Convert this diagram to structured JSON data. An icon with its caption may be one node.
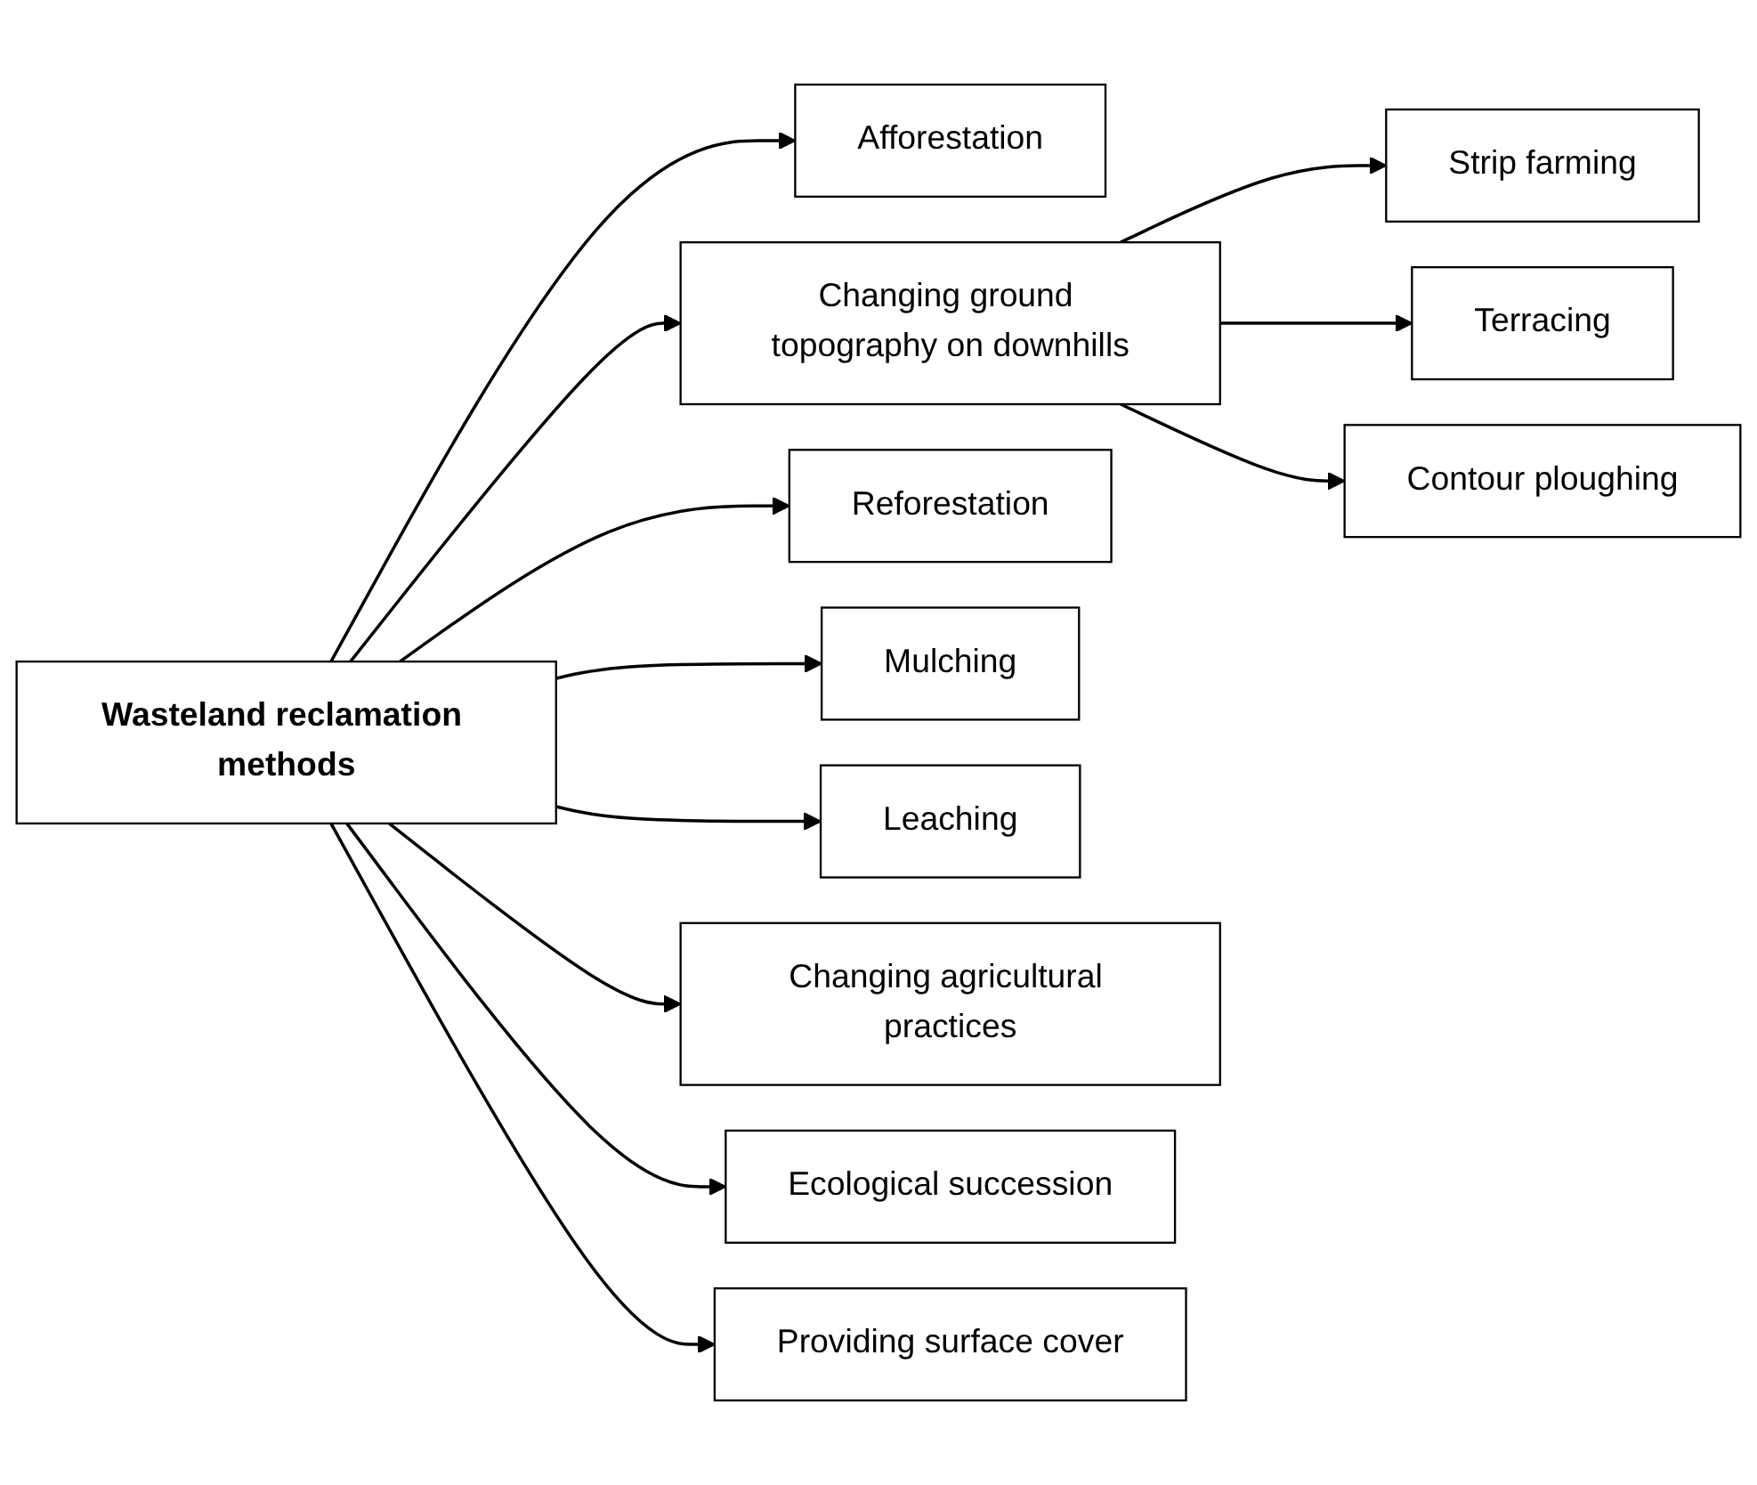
{
  "diagram": {
    "nodes": [
      {
        "text": [
          "Wasteland reclamation methods"
        ]
      },
      {
        "text": [
          "Afforestation"
        ]
      },
      {
        "text": [
          "Changing ground topography on downhills"
        ]
      },
      {
        "text": [
          "Strip farming"
        ]
      },
      {
        "text": [
          "Terracing"
        ]
      },
      {
        "text": [
          "Contour ploughing"
        ]
      },
      {
        "text": [
          "Reforestation"
        ]
      },
      {
        "text": [
          "Mulching"
        ]
      },
      {
        "text": [
          "Leaching"
        ]
      },
      {
        "text": [
          "Changing agricultural practices"
        ]
      },
      {
        "text": [
          "Ecological succession"
        ]
      },
      {
        "text": [
          "Providing surface cover"
        ]
      }
    ],
    "edges": [
      {
        "from": 0,
        "to": 1,
        "arrow": "to"
      },
      {
        "from": 0,
        "to": 2,
        "arrow": "to"
      },
      {
        "from": 2,
        "to": 3,
        "arrow": "to"
      },
      {
        "from": 2,
        "to": 4,
        "arrow": "to"
      },
      {
        "from": 2,
        "to": 5,
        "arrow": "to"
      },
      {
        "from": 0,
        "to": 6,
        "arrow": "to"
      },
      {
        "from": 0,
        "to": 7,
        "arrow": "to"
      },
      {
        "from": 0,
        "to": 8,
        "arrow": "to"
      },
      {
        "from": 0,
        "to": 9,
        "arrow": "to"
      },
      {
        "from": 0,
        "to": 10,
        "arrow": "to"
      },
      {
        "from": 0,
        "to": 11,
        "arrow": "to"
      }
    ]
  }
}
